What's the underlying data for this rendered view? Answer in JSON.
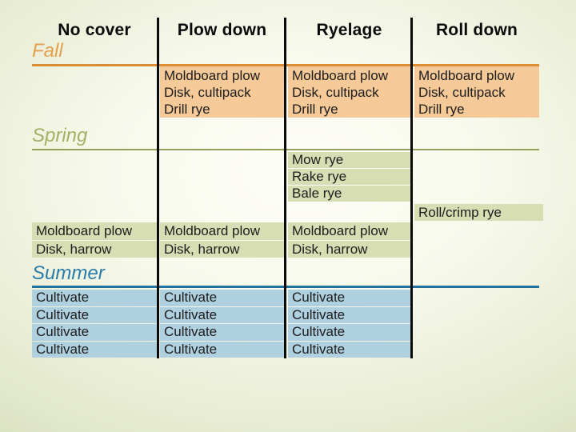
{
  "columns": [
    {
      "label": "No cover"
    },
    {
      "label": "Plow down"
    },
    {
      "label": "Ryelage"
    },
    {
      "label": "Roll down"
    }
  ],
  "seasons": {
    "fall": {
      "label": "Fall"
    },
    "spring": {
      "label": "Spring"
    },
    "summer": {
      "label": "Summer"
    }
  },
  "tasks": {
    "fall_sequence": [
      "Moldboard plow",
      "Disk, cultipack",
      "Drill rye"
    ],
    "spring_harvest": [
      "Mow rye",
      "Rake rye",
      "Bale rye"
    ],
    "spring_roll": "Roll/crimp rye",
    "spring_tillage": [
      "Moldboard plow",
      "Disk, harrow"
    ],
    "summer_cultivation": [
      "Cultivate",
      "Cultivate",
      "Cultivate",
      "Cultivate"
    ]
  },
  "colors": {
    "fall_heading": "#E2A04F",
    "fall_rule": "#DC8C33",
    "fall_box": "#F5C998",
    "spring_heading": "#A3B065",
    "spring_rule": "#93A25A",
    "spring_box": "#D8DEB4",
    "summer_heading": "#2A7CAB",
    "summer_rule": "#23719F",
    "summer_box": "#AFD0DE"
  }
}
